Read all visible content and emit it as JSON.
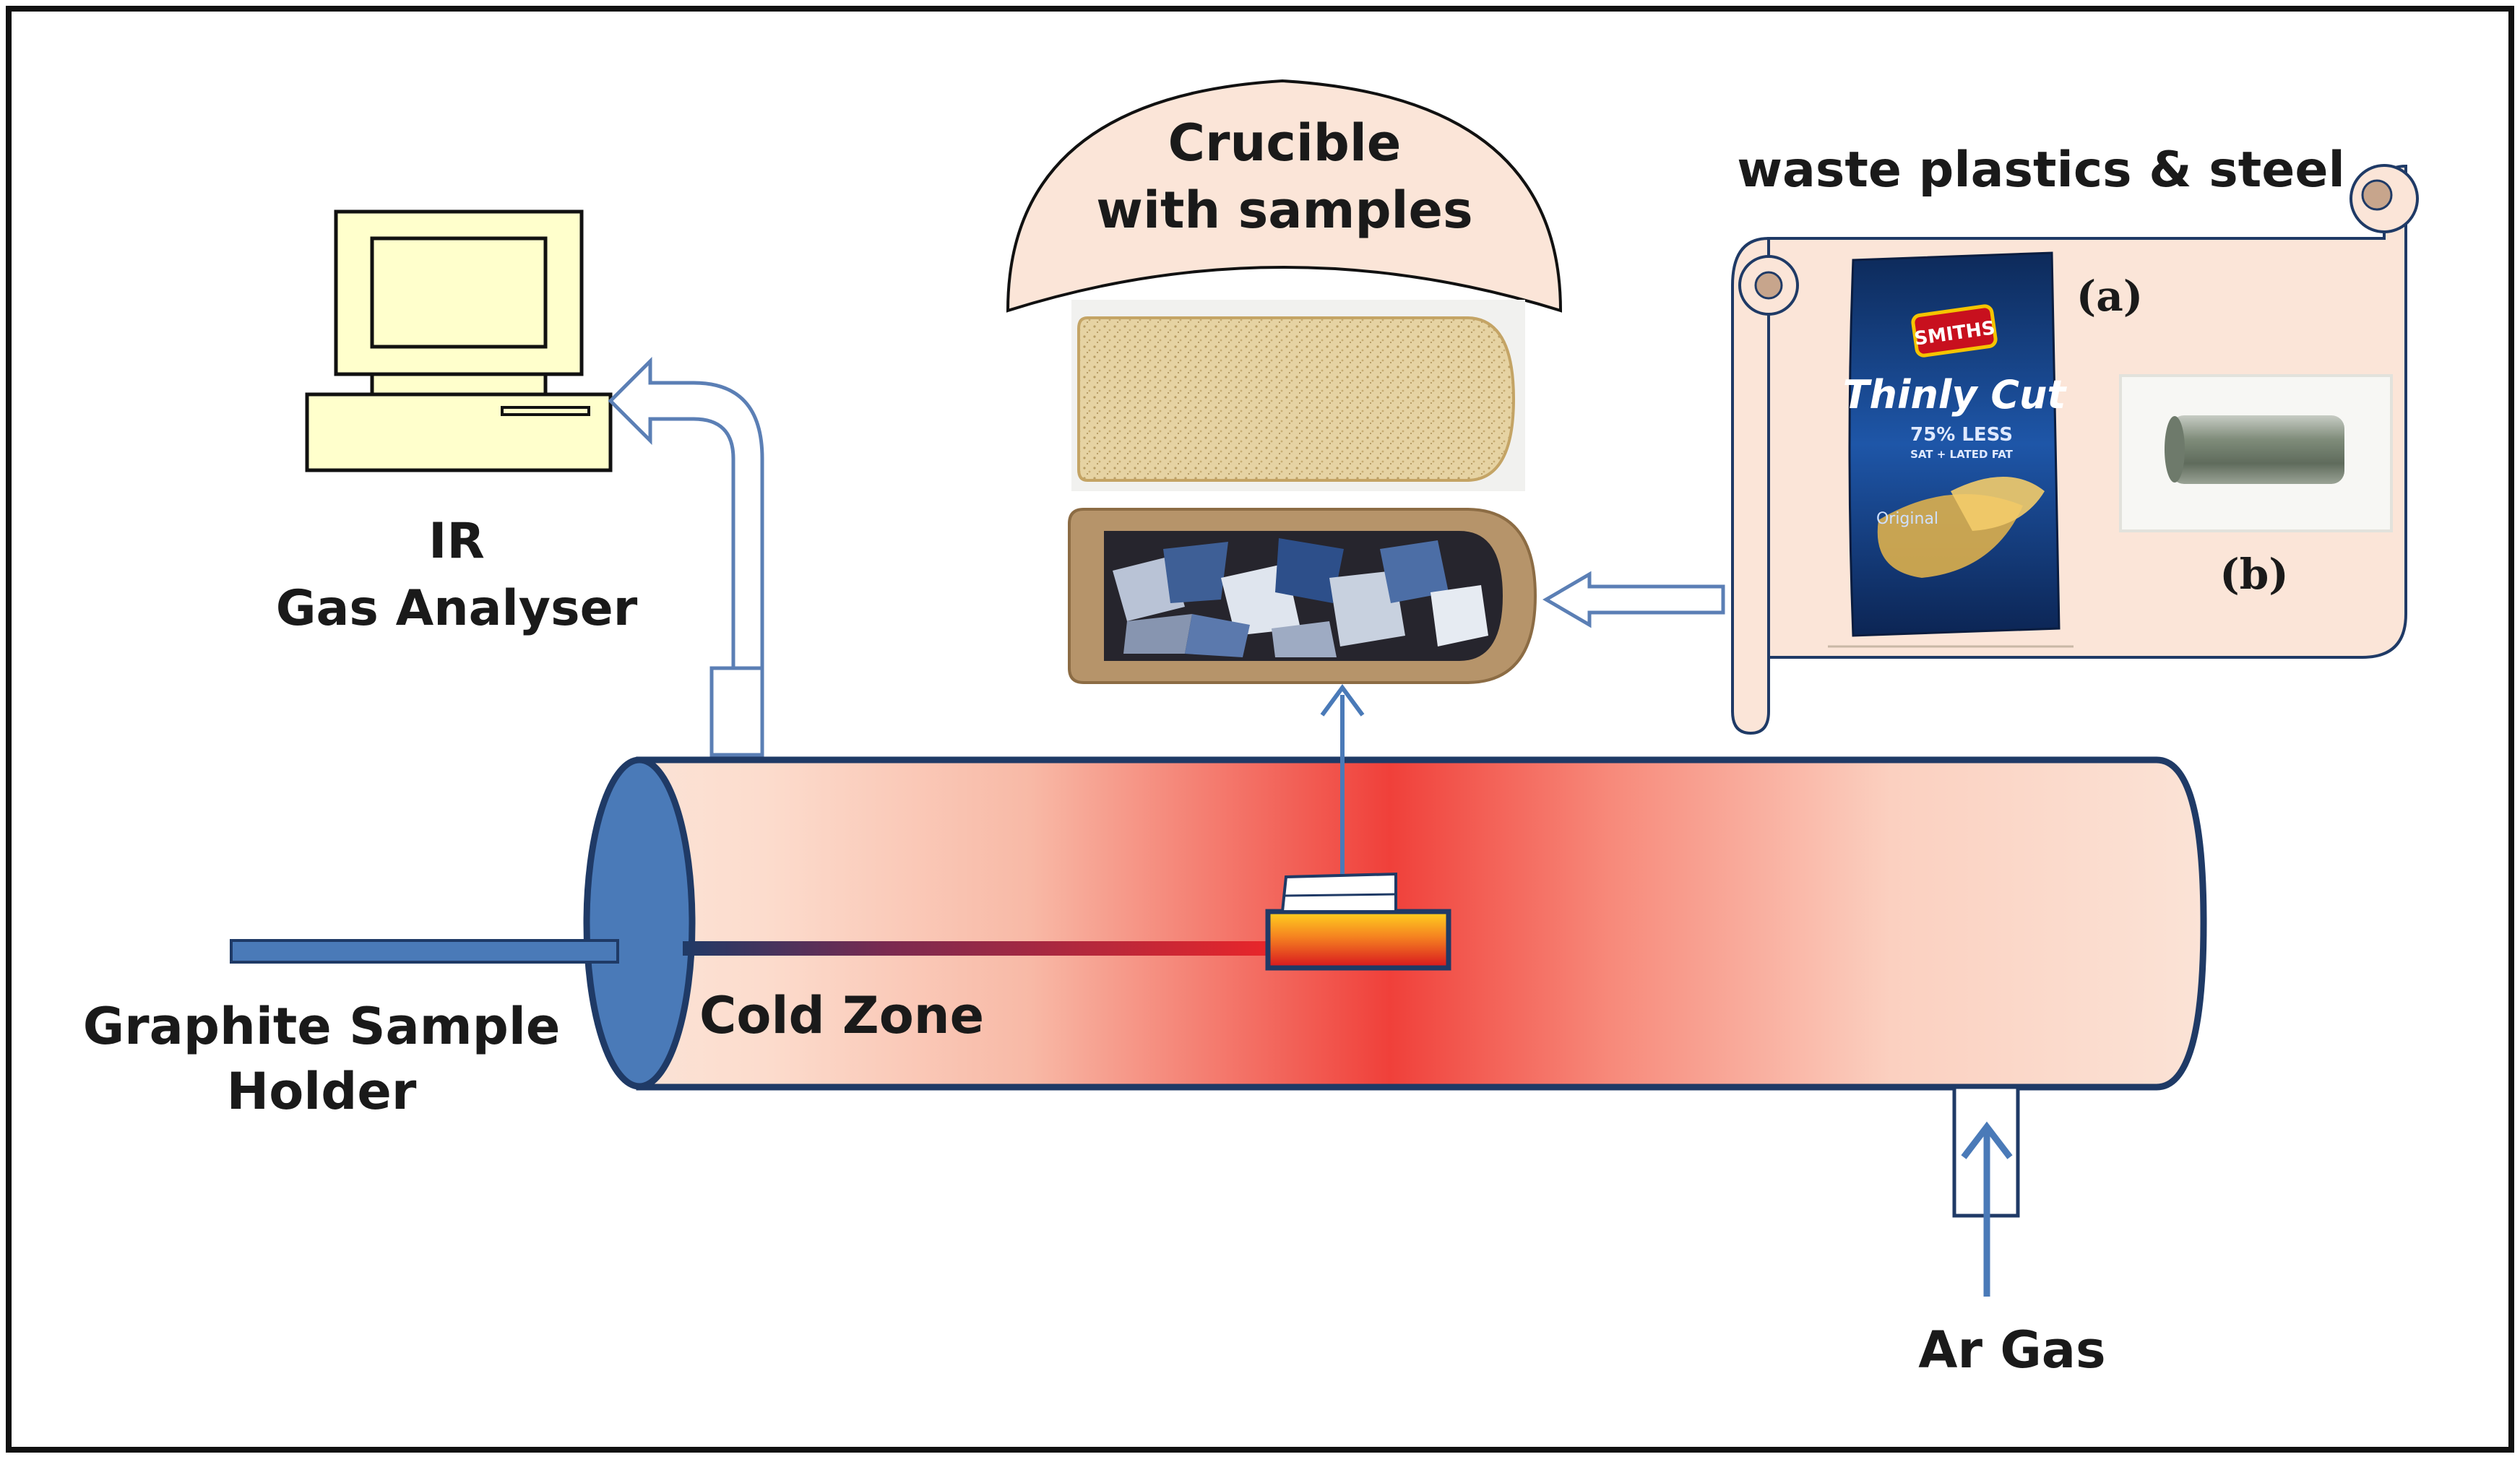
{
  "labels": {
    "ir_line1": "IR",
    "ir_line2": "Gas Analyser",
    "crucible_line1": "Crucible",
    "crucible_line2": "with samples",
    "waste": "waste  plastics  &  steel",
    "label_a": "(a)",
    "label_b": "(b)",
    "holder_line1": "Graphite Sample",
    "holder_line2": "Holder",
    "cold_zone": "Cold Zone",
    "ar_gas": "Ar Gas"
  },
  "chip_bag": {
    "brand": "SMITHS",
    "name": "Thinly Cut",
    "claim_line1": "75% LESS",
    "claim_line2": "SAT + LATED FAT",
    "flavour": "Original"
  },
  "colors": {
    "outline": "#1f3a66",
    "furnace_light": "#fbe3d6",
    "furnace_hot": "#f0403a",
    "scroll_fill": "#fbe5d8",
    "rod": "#4a7ab8",
    "pipe_outline": "#5b7fb5"
  },
  "icons": [
    "computer-icon",
    "crucible-photo",
    "chip-bag-photo",
    "steel-rod-photo"
  ]
}
